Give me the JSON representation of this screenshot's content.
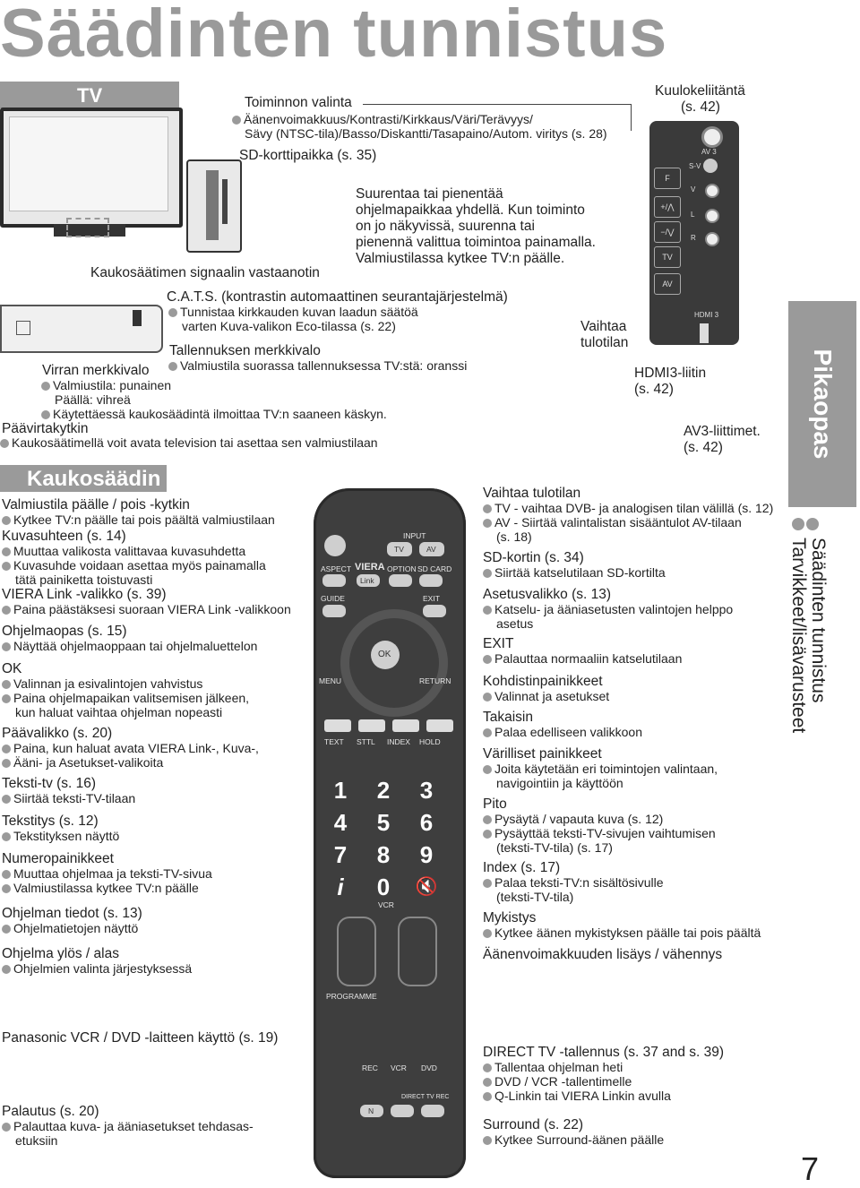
{
  "page": {
    "title": "Säädinten tunnistus",
    "page_number": "7",
    "side_tab": "Pikaopas",
    "side_vertical_1": "Säädinten tunnistus",
    "side_vertical_2": "Tarvikkeet/lisävarusteet"
  },
  "tv": {
    "header": "TV",
    "function_select": "Toiminnon valinta",
    "function_select_desc1": "Äänenvoimakkuus/Kontrasti/Kirkkaus/Väri/Terävyys/",
    "function_select_desc2": "Sävy (NTSC-tila)/Basso/Diskantti/Tasapaino/Autom. viritys (s. 28)",
    "sd_slot": "SD-korttipaikka (s. 35)",
    "headphone": "Kuulokeliitäntä",
    "headphone_ref": "(s. 42)",
    "zoom_1": "Suurentaa tai pienentää",
    "zoom_2": "ohjelmapaikkaa yhdellä. Kun toiminto",
    "zoom_3": "on jo näkyvissä, suurenna tai",
    "zoom_4": "pienennä valittua toimintoa painamalla.",
    "zoom_5": "Valmiustilassa kytkee TV:n päälle.",
    "remote_receiver": "Kaukosäätimen signaalin vastaanotin",
    "cats": "C.A.T.S. (kontrastin automaattinen seurantajärjestelmä)",
    "cats_desc1": "Tunnistaa kirkkauden kuvan laadun säätöä",
    "cats_desc2": "varten Kuva-valikon Eco-tilassa (s. 22)",
    "change_input_1": "Vaihtaa",
    "change_input_2": "tulotilan",
    "rec_indicator": "Tallennuksen merkkivalo",
    "rec_indicator_desc": "Valmiustila suorassa tallennuksessa TV:stä: oranssi",
    "power_indicator": "Virran merkkivalo",
    "power_standby": "Valmiustila: punainen",
    "power_on": "Päällä: vihreä",
    "power_remote": "Käytettäessä kaukosäädintä ilmoittaa TV:n saaneen käskyn.",
    "hdmi3": "HDMI3-liitin",
    "hdmi3_ref": "(s. 42)",
    "av3": "AV3-liittimet.",
    "av3_ref": "(s. 42)",
    "main_power": "Päävirtakytkin",
    "main_power_desc": "Kaukosäätimellä voit avata television tai asettaa sen valmiustilaan",
    "panel_labels": {
      "f": "F",
      "plus": "+/⋀",
      "minus": "−/⋁",
      "tv": "TV",
      "av": "AV",
      "hdmi": "HDMI 3",
      "av3": "AV 3",
      "sv": "S-V",
      "v": "V",
      "l": "L",
      "r": "R"
    }
  },
  "remote": {
    "header": "Kaukosäädin",
    "left": [
      {
        "title": "Valmiustila päälle / pois -kytkin",
        "lines": [
          "Kytkee TV:n päälle tai pois päältä valmiustilaan"
        ]
      },
      {
        "title": "Kuvasuhteen (s. 14)",
        "lines": [
          "Muuttaa valikosta valittavaa kuvasuhdetta",
          "Kuvasuhde voidaan asettaa myös painamalla",
          "tätä painiketta toistuvasti"
        ]
      },
      {
        "title": "VIERA Link -valikko (s. 39)",
        "lines": [
          "Paina päästäksesi suoraan VIERA Link -valikkoon"
        ]
      },
      {
        "title": "Ohjelmaopas (s. 15)",
        "lines": [
          "Näyttää ohjelmaoppaan tai ohjelmaluettelon"
        ]
      },
      {
        "title": "OK",
        "lines": [
          "Valinnan ja esivalintojen vahvistus",
          "Paina ohjelmapaikan valitsemisen jälkeen,",
          "kun haluat vaihtaa ohjelman nopeasti"
        ]
      },
      {
        "title": "Päävalikko (s. 20)",
        "lines": [
          "Paina, kun haluat avata VIERA Link-, Kuva-,",
          "Ääni- ja Asetukset-valikoita"
        ]
      },
      {
        "title": "Teksti-tv (s. 16)",
        "lines": [
          "Siirtää teksti-TV-tilaan"
        ]
      },
      {
        "title": "Tekstitys (s. 12)",
        "lines": [
          "Tekstityksen näyttö"
        ]
      },
      {
        "title": "Numeropainikkeet",
        "lines": [
          "Muuttaa ohjelmaa ja teksti-TV-sivua",
          "Valmiustilassa kytkee TV:n päälle"
        ]
      },
      {
        "title": "Ohjelman tiedot (s. 13)",
        "lines": [
          "Ohjelmatietojen näyttö"
        ]
      },
      {
        "title": "Ohjelma ylös / alas",
        "lines": [
          "Ohjelmien valinta järjestyksessä"
        ]
      },
      {
        "title": "Panasonic VCR / DVD -laitteen käyttö (s. 19)",
        "lines": []
      },
      {
        "title": "Palautus (s. 20)",
        "lines": [
          "Palauttaa kuva- ja ääniasetukset tehdasas-",
          "etuksiin"
        ]
      }
    ],
    "right": [
      {
        "title": "Vaihtaa tulotilan",
        "lines": [
          "TV - vaihtaa DVB- ja analogisen tilan välillä (s. 12)",
          "AV - Siirtää valintalistan sisääntulot AV-tilaan",
          "(s. 18)"
        ]
      },
      {
        "title": "SD-kortin (s. 34)",
        "lines": [
          "Siirtää katselutilaan SD-kortilta"
        ]
      },
      {
        "title": "Asetusvalikko (s. 13)",
        "lines": [
          "Katselu- ja ääniasetusten valintojen helppo",
          "asetus"
        ]
      },
      {
        "title": "EXIT",
        "lines": [
          "Palauttaa normaaliin katselutilaan"
        ]
      },
      {
        "title": "Kohdistinpainikkeet",
        "lines": [
          "Valinnat ja asetukset"
        ]
      },
      {
        "title": "Takaisin",
        "lines": [
          "Palaa edelliseen valikkoon"
        ]
      },
      {
        "title": "Värilliset painikkeet",
        "lines": [
          "Joita käytetään eri toimintojen valintaan,",
          "navigointiin ja käyttöön"
        ]
      },
      {
        "title": "Pito",
        "lines": [
          "Pysäytä / vapauta kuva (s. 12)",
          "Pysäyttää teksti-TV-sivujen vaihtumisen",
          "(teksti-TV-tila) (s. 17)"
        ]
      },
      {
        "title": "Index (s. 17)",
        "lines": [
          "Palaa teksti-TV:n sisältösivulle",
          "(teksti-TV-tila)"
        ]
      },
      {
        "title": "Mykistys",
        "lines": [
          "Kytkee äänen mykistyksen päälle tai pois päältä"
        ]
      },
      {
        "title": "Äänenvoimakkuuden lisäys / vähennys",
        "lines": []
      },
      {
        "title": "DIRECT TV -tallennus (s. 37 and s. 39)",
        "lines": [
          "Tallentaa ohjelman heti",
          "DVD / VCR -tallentimelle",
          "Q-Linkin tai VIERA Linkin avulla"
        ]
      },
      {
        "title": "Surround (s. 22)",
        "lines": [
          "Kytkee Surround-äänen päälle"
        ]
      }
    ],
    "buttons": {
      "input": "INPUT",
      "tv": "TV",
      "av": "AV",
      "aspect": "ASPECT",
      "viera": "VIERA",
      "link": "Link",
      "option": "OPTION",
      "sdcard": "SD CARD",
      "guide": "GUIDE",
      "exit": "EXIT",
      "ok": "OK",
      "menu": "MENU",
      "return": "RETURN",
      "text": "TEXT",
      "sttl": "STTL",
      "index": "INDEX",
      "hold": "HOLD",
      "programme": "PROGRAMME",
      "rec": "REC",
      "vcr": "VCR",
      "dvd": "DVD",
      "directtvrec": "DIRECT TV REC",
      "n": "N",
      "vcr_small": "VCR",
      "info": "i",
      "mute": "🔇"
    },
    "digits": [
      "1",
      "2",
      "3",
      "4",
      "5",
      "6",
      "7",
      "8",
      "9",
      "0"
    ]
  }
}
